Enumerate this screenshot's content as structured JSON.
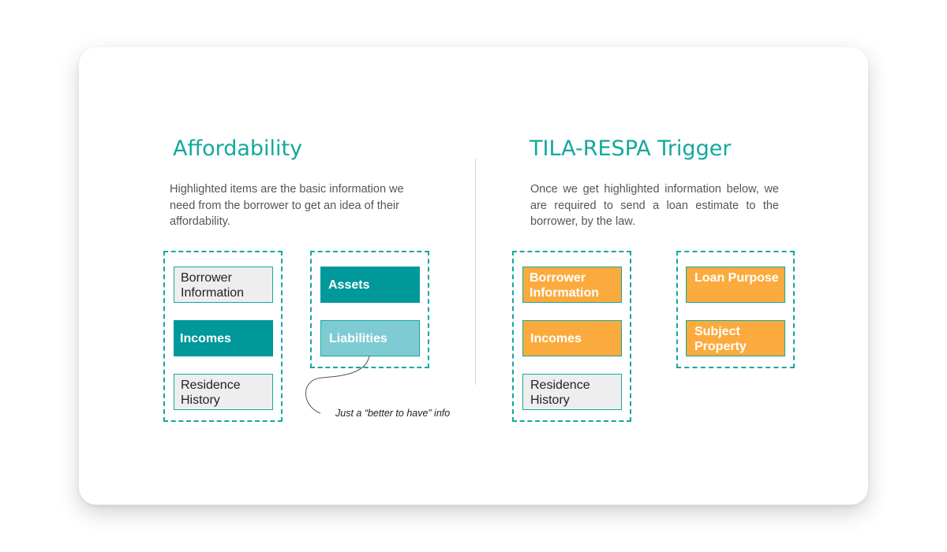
{
  "left": {
    "title": "Affordability",
    "description": "Highlighted items are the basic information we need from the borrower to get an idea of their affordability.",
    "col1": {
      "borrower": "Borrower Information",
      "incomes": "Incomes",
      "residence": "Residence History"
    },
    "col2": {
      "assets": "Assets",
      "liabilities": "Liabilities"
    },
    "note": "Just a “better to have” info"
  },
  "right": {
    "title": "TILA-RESPA Trigger",
    "description": "Once we get highlighted information below, we are required to send a loan estimate to the borrower, by the law.",
    "col1": {
      "borrower": "Borrower Information",
      "incomes": "Incomes",
      "residence": "Residence History"
    },
    "col2": {
      "loan_purpose": "Loan Purpose",
      "subject_property": "Subject Property"
    }
  },
  "colors": {
    "teal": "#00989b",
    "light_teal": "#7fcbd3",
    "orange": "#fbab3e",
    "title": "#13a89e"
  }
}
